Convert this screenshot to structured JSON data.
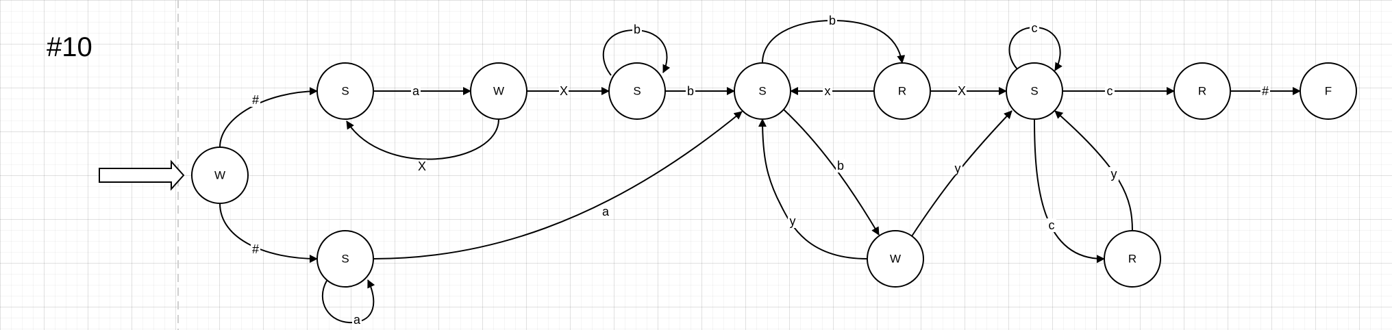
{
  "diagram": {
    "title": "#10",
    "states": [
      {
        "id": "w0",
        "label": "W"
      },
      {
        "id": "s1",
        "label": "S"
      },
      {
        "id": "w1",
        "label": "W"
      },
      {
        "id": "s2",
        "label": "S"
      },
      {
        "id": "s3",
        "label": "S"
      },
      {
        "id": "r1",
        "label": "R"
      },
      {
        "id": "s4",
        "label": "S"
      },
      {
        "id": "r2",
        "label": "R"
      },
      {
        "id": "f",
        "label": "F"
      },
      {
        "id": "s5",
        "label": "S"
      },
      {
        "id": "w2",
        "label": "W"
      },
      {
        "id": "r3",
        "label": "R"
      }
    ],
    "transitions": [
      {
        "from": "w0",
        "to": "s1",
        "label": "#"
      },
      {
        "from": "w0",
        "to": "s5",
        "label": "#"
      },
      {
        "from": "s1",
        "to": "w1",
        "label": "a"
      },
      {
        "from": "w1",
        "to": "s1",
        "label": "X"
      },
      {
        "from": "w1",
        "to": "s2",
        "label": "X"
      },
      {
        "from": "s2",
        "to": "s2",
        "label": "b"
      },
      {
        "from": "s2",
        "to": "s3",
        "label": "b"
      },
      {
        "from": "r1",
        "to": "s3",
        "label": "x"
      },
      {
        "from": "s3",
        "to": "r1",
        "label": "b"
      },
      {
        "from": "r1",
        "to": "s4",
        "label": "X"
      },
      {
        "from": "s4",
        "to": "s4",
        "label": "c"
      },
      {
        "from": "s4",
        "to": "r2",
        "label": "c"
      },
      {
        "from": "r2",
        "to": "f",
        "label": "#"
      },
      {
        "from": "s5",
        "to": "s5",
        "label": "a"
      },
      {
        "from": "s5",
        "to": "s3",
        "label": "a"
      },
      {
        "from": "s3",
        "to": "w2",
        "label": "b"
      },
      {
        "from": "w2",
        "to": "s3",
        "label": "y"
      },
      {
        "from": "w2",
        "to": "s4",
        "label": "y"
      },
      {
        "from": "s4",
        "to": "r3",
        "label": "c"
      },
      {
        "from": "r3",
        "to": "s4",
        "label": "y"
      }
    ]
  }
}
